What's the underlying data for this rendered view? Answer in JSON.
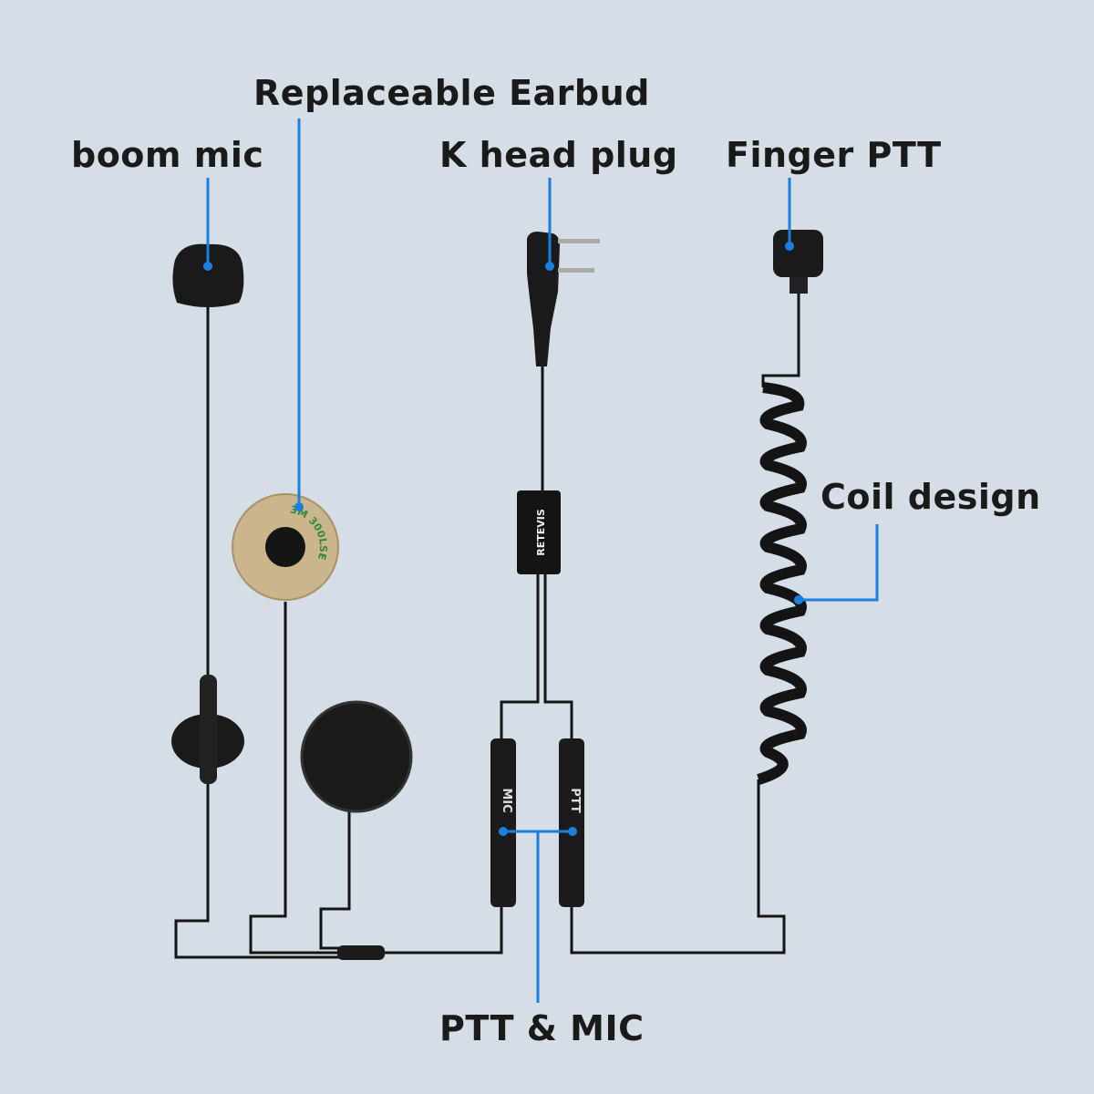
{
  "labels": {
    "replaceable_earbud": "Replaceable Earbud",
    "boom_mic": "boom mic",
    "k_head_plug": "K head plug",
    "finger_ptt": "Finger PTT",
    "coil_design": "Coil design",
    "ptt_mic": "PTT & MIC"
  },
  "product_text": {
    "brand": "RETEVIS",
    "mic_connector": "MIC",
    "ptt_connector": "PTT",
    "sticker": "3M 300LSE"
  },
  "colors": {
    "background": "#d5dde6",
    "callout": "#1b7fe0",
    "device": "#141414",
    "sticker": "#cbb58c"
  }
}
